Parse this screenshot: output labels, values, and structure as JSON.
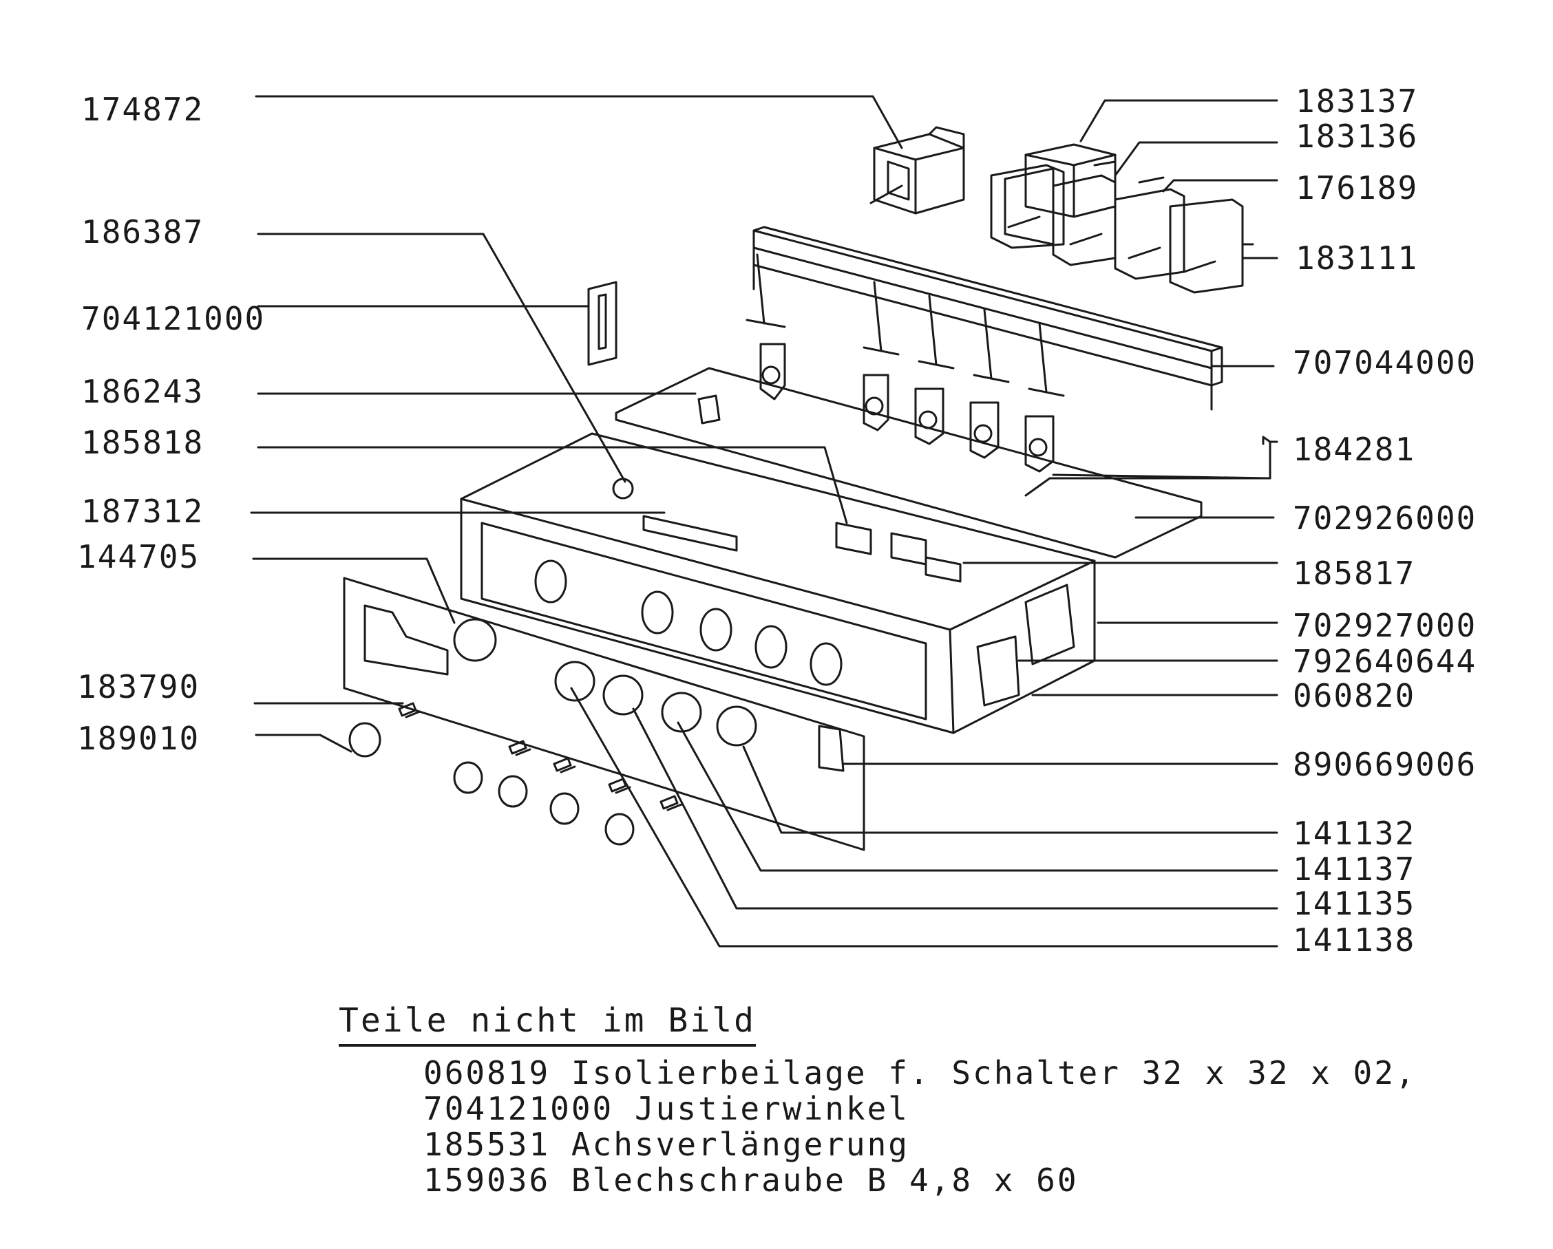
{
  "callouts": {
    "c174872": "174872",
    "c186387": "186387",
    "c704121000": "704121000",
    "c186243": "186243",
    "c185818": "185818",
    "c187312": "187312",
    "c144705": "144705",
    "c183790": "183790",
    "c189010": "189010",
    "c183137": "183137",
    "c183136": "183136",
    "c176189": "176189",
    "c183111": "183111",
    "c707044000": "707044000",
    "c184281": "184281",
    "c702926000": "702926000",
    "c185817": "185817",
    "c702927000": "702927000",
    "c792640644": "792640644",
    "c060820": "060820",
    "c890669006": "890669006",
    "c141132": "141132",
    "c141137": "141137",
    "c141135": "141135",
    "c141138": "141138"
  },
  "notes": {
    "title": "Teile nicht im Bild",
    "items": [
      "060819 Isolierbeilage f. Schalter 32 x 32 x 02,",
      "704121000 Justierwinkel",
      "185531 Achsverlängerung",
      "159036 Blechschraube B 4,8 x 60"
    ]
  }
}
